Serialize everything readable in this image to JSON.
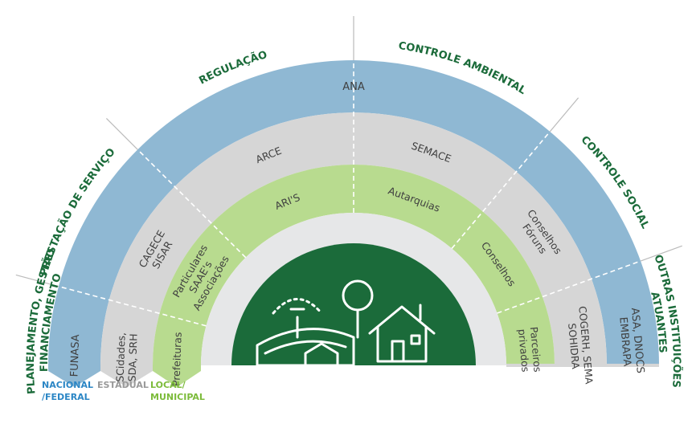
{
  "sectors": [
    "PLANEJAMENTO, GESTÃO\nFINANCIAMENTO",
    "PRESTAÇÃO DE SERVIÇO",
    "REGULAÇÃO",
    "CONTROLE AMBIENTAL",
    "CONTROLE SOCIAL",
    "OUTRAS INSTITUIÇÕES\nATUANTES"
  ],
  "rings": {
    "outer": [
      "FUNASA",
      "ANA",
      "ASA, DNOCS\nEMBRAPA"
    ],
    "middle": [
      "SCidades,\nSDA, SRH",
      "CAGECE\nSISAR",
      "ARCE",
      "SEMACE",
      "Conselhos\nFóruns",
      "COGERH, SEMA\nSOHIDRA"
    ],
    "inner": [
      "Prefeituras",
      "Particulares\nSAAE's\nAssociações",
      "ARI'S",
      "Autarquias",
      "Conselhos",
      "Parceiros\nprivados"
    ]
  },
  "tiers": {
    "national": "NACIONAL\n/FEDERAL",
    "state": "ESTADUAL",
    "local": "LOCAL/\nMUNICIPAL"
  },
  "colors": {
    "outer": "#8fb8d3",
    "middle": "#d6d6d6",
    "inner": "#b8db8f",
    "core": "#e6e7e8",
    "center": "#1b6b3a",
    "sector_text": "#1b6b3a",
    "ring_text": "#404040",
    "national": "#2b86c5",
    "state": "#999999",
    "local": "#7cbb3a"
  },
  "icons": [
    "sprinkler-icon",
    "tree-icon",
    "house-icon",
    "farm-field-icon"
  ]
}
